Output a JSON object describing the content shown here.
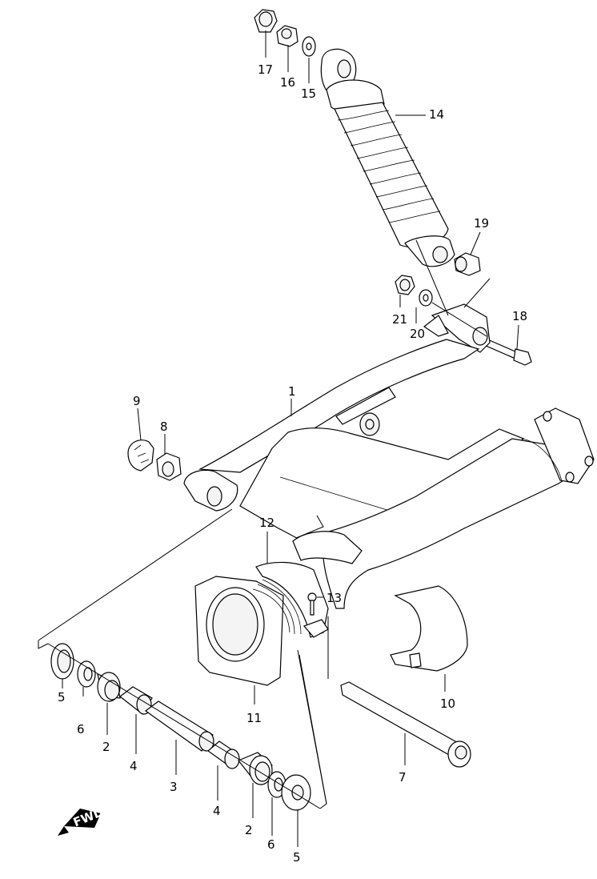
{
  "diagram": {
    "parts": [
      {
        "id": "p17",
        "label": "17"
      },
      {
        "id": "p16",
        "label": "16"
      },
      {
        "id": "p15",
        "label": "15"
      },
      {
        "id": "p14",
        "label": "14"
      },
      {
        "id": "p19",
        "label": "19"
      },
      {
        "id": "p21",
        "label": "21"
      },
      {
        "id": "p20",
        "label": "20"
      },
      {
        "id": "p18",
        "label": "18"
      },
      {
        "id": "p1",
        "label": "1"
      },
      {
        "id": "p9",
        "label": "9"
      },
      {
        "id": "p8",
        "label": "8"
      },
      {
        "id": "p12",
        "label": "12"
      },
      {
        "id": "p13",
        "label": "13"
      },
      {
        "id": "p11",
        "label": "11"
      },
      {
        "id": "p10",
        "label": "10"
      },
      {
        "id": "p5a",
        "label": "5"
      },
      {
        "id": "p6a",
        "label": "6"
      },
      {
        "id": "p2a",
        "label": "2"
      },
      {
        "id": "p4a",
        "label": "4"
      },
      {
        "id": "p3",
        "label": "3"
      },
      {
        "id": "p7",
        "label": "7"
      },
      {
        "id": "p4b",
        "label": "4"
      },
      {
        "id": "p2b",
        "label": "2"
      },
      {
        "id": "p6b",
        "label": "6"
      },
      {
        "id": "p5b",
        "label": "5"
      }
    ],
    "fwd_label": "FWD"
  }
}
